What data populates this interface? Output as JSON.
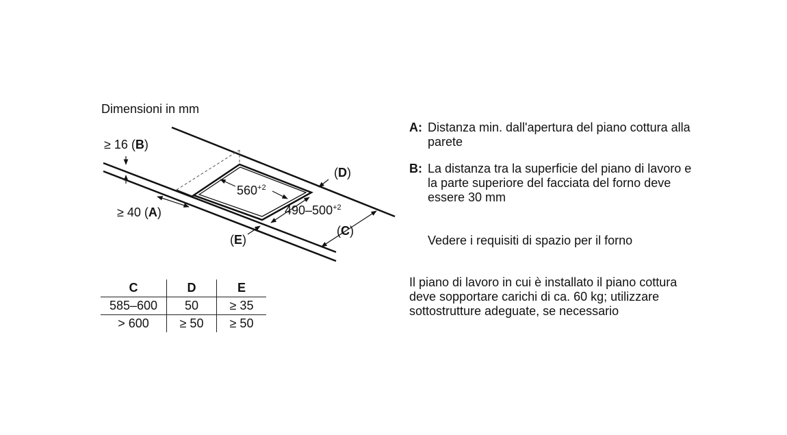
{
  "diagram": {
    "title": "Dimensioni in mm",
    "labels": {
      "b_prefix": "≥ 16 (",
      "b_key": "B",
      "b_suffix": ")",
      "a_prefix": "≥ 40 (",
      "a_key": "A",
      "a_suffix": ")",
      "e_prefix": "(",
      "e_key": "E",
      "e_suffix": ")",
      "d_prefix": "(",
      "d_key": "D",
      "d_suffix": ")",
      "c_prefix": "(",
      "c_key": "C",
      "c_suffix": ")",
      "width_value": "560",
      "width_tolerance": "+2",
      "depth_value": "490–500",
      "depth_tolerance": "+2"
    }
  },
  "table": {
    "headers": [
      "C",
      "D",
      "E"
    ],
    "rows": [
      [
        "585–600",
        "50",
        "≥ 35"
      ],
      [
        "> 600",
        "≥ 50",
        "≥ 50"
      ]
    ]
  },
  "notes": {
    "a_key": "A:",
    "a_text": "Distanza min. dall'apertura del piano cottura alla parete",
    "b_key": "B:",
    "b_text": "La distanza tra la superficie del piano di lavoro e la parte superiore del facciata del forno deve essere 30 mm",
    "oven_note": "Vedere i requisiti di spazio per il forno",
    "load_note": "Il piano di lavoro in cui è installato il piano cottura deve sopportare carichi di ca. 60 kg; utilizzare sottostrutture adeguate, se necessario"
  }
}
